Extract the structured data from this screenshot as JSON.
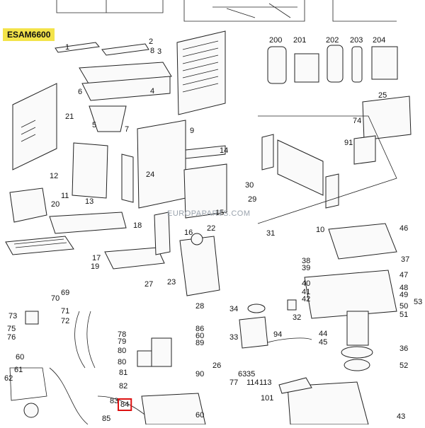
{
  "model": "ESAM6600",
  "watermark": "EUROPAPARTS.COM",
  "products": [
    {
      "number": "200",
      "color": "#e8e8e8"
    },
    {
      "number": "201",
      "color": "#3f8f3a"
    },
    {
      "number": "202",
      "color": "#d23a2a"
    },
    {
      "number": "203",
      "color": "#3c7a3c"
    },
    {
      "number": "204",
      "color": "#7fb0d8"
    }
  ],
  "callouts": [
    "1",
    "2",
    "3",
    "4",
    "5",
    "6",
    "7",
    "8",
    "9",
    "10",
    "11",
    "12",
    "13",
    "14",
    "15",
    "16",
    "17",
    "18",
    "19",
    "20",
    "21",
    "22",
    "23",
    "24",
    "25",
    "26",
    "27",
    "28",
    "29",
    "30",
    "31",
    "32",
    "33",
    "34",
    "35",
    "36",
    "37",
    "38",
    "39",
    "40",
    "41",
    "42",
    "43",
    "44",
    "45",
    "46",
    "47",
    "48",
    "49",
    "50",
    "51",
    "52",
    "53",
    "60",
    "60",
    "60",
    "61",
    "62",
    "63",
    "69",
    "70",
    "71",
    "72",
    "73",
    "74",
    "75",
    "76",
    "77",
    "78",
    "79",
    "80",
    "80",
    "81",
    "82",
    "83",
    "84",
    "85",
    "86",
    "89",
    "90",
    "91",
    "94",
    "101",
    "113",
    "114"
  ],
  "highlighted": "84",
  "highlight_color": "#d11111"
}
